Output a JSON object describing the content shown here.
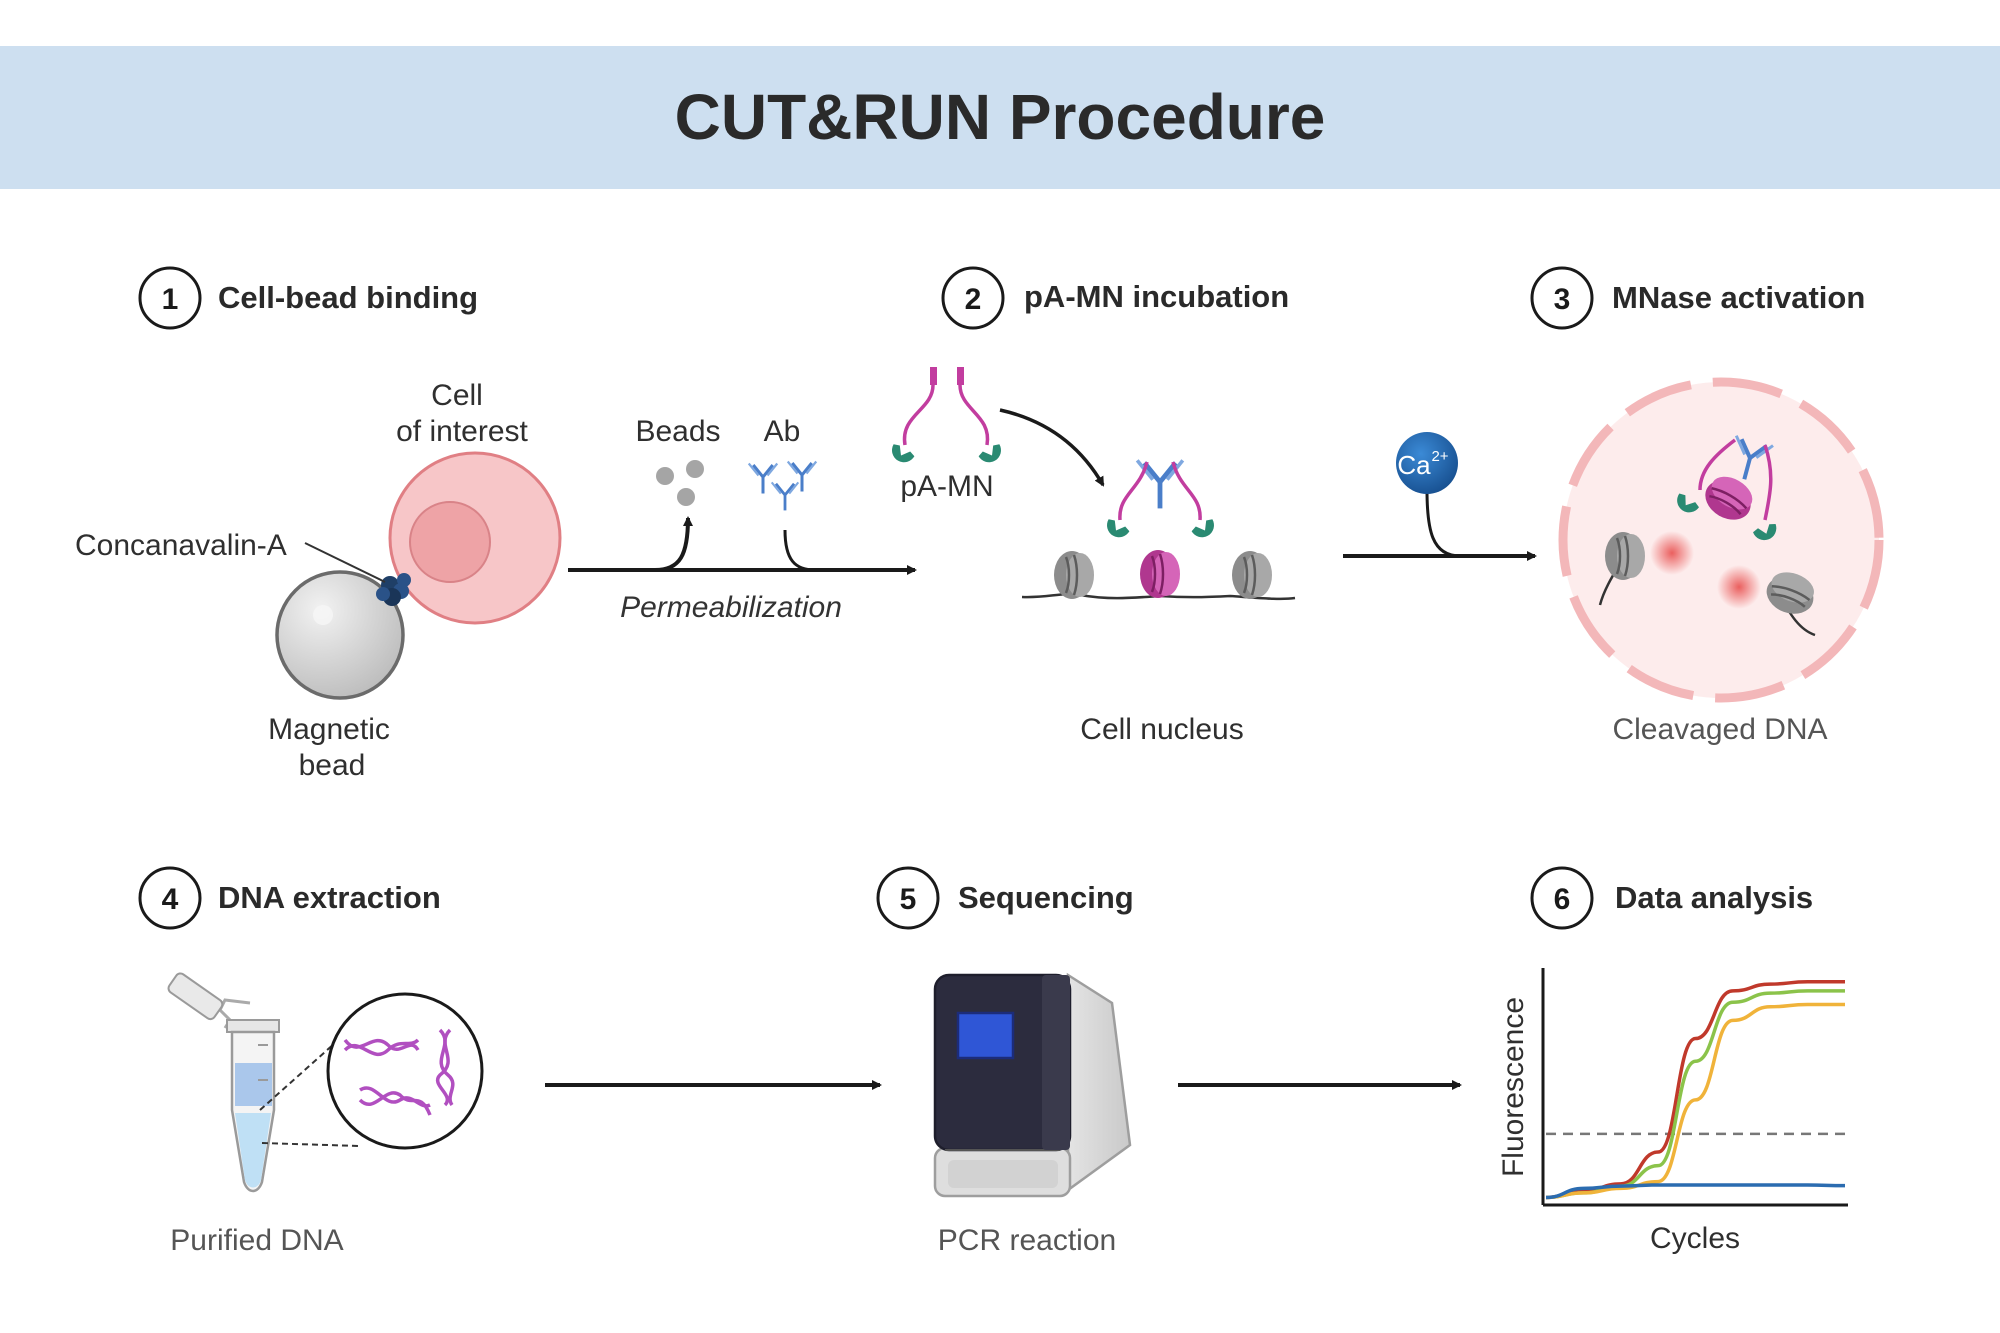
{
  "title": "CUT&RUN Procedure",
  "steps": [
    {
      "number": "1",
      "title": "Cell-bead binding"
    },
    {
      "number": "2",
      "title": "pA-MN incubation"
    },
    {
      "number": "3",
      "title": "MNase activation"
    },
    {
      "number": "4",
      "title": "DNA extraction"
    },
    {
      "number": "5",
      "title": "Sequencing"
    },
    {
      "number": "6",
      "title": "Data analysis"
    }
  ],
  "labels": {
    "cell_line1": "Cell",
    "cell_line2": "of interest",
    "concanavalin": "Concanavalin-A",
    "magnetic_line1": "Magnetic",
    "magnetic_line2": "bead",
    "beads": "Beads",
    "ab": "Ab",
    "permeabilization": "Permeabilization",
    "pa_mn": "pA-MN",
    "cell_nucleus": "Cell nucleus",
    "calcium": "Ca",
    "calcium_sup": "2+",
    "cleavaged_dna": "Cleavaged DNA",
    "purified_dna": "Purified DNA",
    "pcr_reaction": "PCR reaction",
    "y_axis": "Fluorescence",
    "x_axis": "Cycles"
  },
  "colors": {
    "header_bg": "#cddff0",
    "cell": "#f7c6c8",
    "nucleus_inner": "#eea3a6",
    "bead": "#c8c8c8",
    "antibody": "#4a7ec9",
    "protein_a": "#c23d9f",
    "mnase": "#2a8a72",
    "histone": "#8c8c8c",
    "histone_target": "#c44fa6",
    "calcium": "#1e6bb8",
    "dna": "#b14fc0"
  },
  "chart_data": {
    "type": "line",
    "xlabel": "Cycles",
    "ylabel": "Fluorescence",
    "threshold": 0.3,
    "series": [
      {
        "color": "#c0392b",
        "x": [
          0,
          5,
          10,
          15,
          20,
          25,
          30,
          35,
          40
        ],
        "y": [
          0.02,
          0.05,
          0.08,
          0.22,
          0.72,
          0.93,
          0.96,
          0.97,
          0.97
        ]
      },
      {
        "color": "#8bc34a",
        "x": [
          0,
          5,
          10,
          15,
          20,
          25,
          30,
          35,
          40
        ],
        "y": [
          0.02,
          0.04,
          0.07,
          0.16,
          0.62,
          0.88,
          0.92,
          0.93,
          0.93
        ]
      },
      {
        "color": "#f0b33a",
        "x": [
          0,
          5,
          10,
          15,
          20,
          25,
          30,
          35,
          40
        ],
        "y": [
          0.02,
          0.04,
          0.06,
          0.09,
          0.45,
          0.8,
          0.86,
          0.87,
          0.87
        ]
      },
      {
        "color": "#2b6cb0",
        "x": [
          0,
          5,
          10,
          15,
          20,
          25,
          30,
          35,
          40
        ],
        "y": [
          0.02,
          0.06,
          0.07,
          0.075,
          0.075,
          0.075,
          0.075,
          0.075,
          0.072
        ]
      }
    ]
  }
}
